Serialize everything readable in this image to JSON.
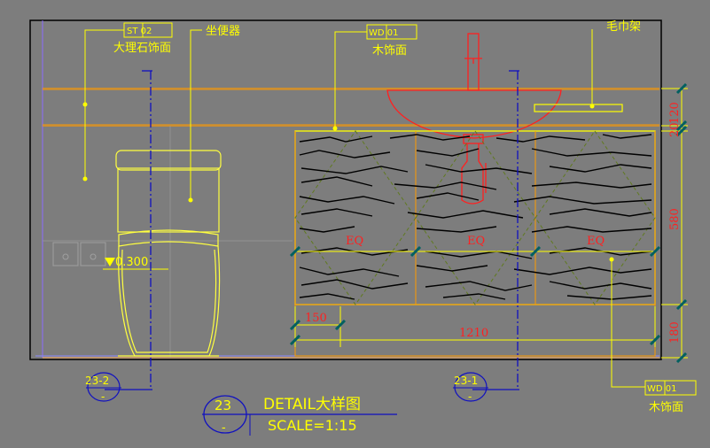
{
  "labels": {
    "marble_tag": "ST 02",
    "marble_name": "大理石饰面",
    "toilet_name": "坐便器",
    "wood_tag_top": "WD 01",
    "wood_name_top": "木饰面",
    "towel_rack_name": "毛巾架",
    "wood_tag_bottom": "WD 01",
    "wood_name_bottom": "木饰面",
    "level_mark": "0.300"
  },
  "dimensions": {
    "right_1": "120",
    "right_2": "20",
    "right_3": "580",
    "right_4": "180",
    "bottom_gap": "150",
    "bottom_width": "1210",
    "eq_1": "EQ",
    "eq_2": "EQ",
    "eq_3": "EQ"
  },
  "section_marks": {
    "left": "23-2",
    "left_sub": "-",
    "right": "23-1",
    "right_sub": "-"
  },
  "title_block": {
    "number": "23",
    "number_sub": "-",
    "title": "DETAIL大样图",
    "scale": "SCALE=1:15"
  },
  "colors": {
    "background": "#7d7d7d",
    "annotation": "#ffff00",
    "dimension_text": "#ff2020",
    "outline": "#ff9a00",
    "section": "#1010c0",
    "tick": "#006060"
  }
}
